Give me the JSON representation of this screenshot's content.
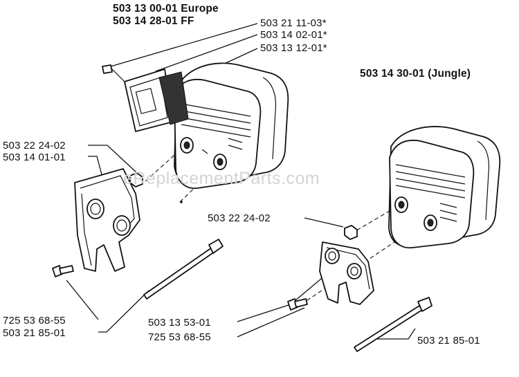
{
  "titles": {
    "europe": "503 13 00-01 Europe",
    "ff": "503 14 28-01 FF",
    "jungle": "503 14 30-01 (Jungle)"
  },
  "labels": [
    "503 21 11-03*",
    "503 14 02-01*",
    "503 13 12-01*",
    "503 22 24-02",
    "503 14 01-01",
    "503 22 24-02",
    "725 53 68-55",
    "503 21 85-01",
    "503 13 53-01",
    "725 53 68-55",
    "503 21 85-01"
  ],
  "watermark": "eReplacementParts.com"
}
